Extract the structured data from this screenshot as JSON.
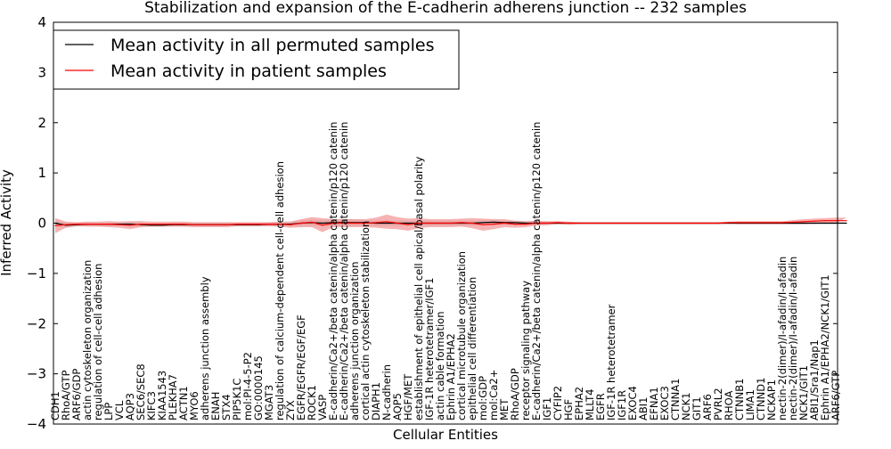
{
  "chart_data": {
    "type": "line",
    "title": "Stabilization and expansion of the E-cadherin adherens junction -- 232 samples",
    "xlabel": "Cellular Entities",
    "ylabel": "Inferred Activity",
    "ylim": [
      -4,
      4
    ],
    "yticks": [
      "−4",
      "−3",
      "−2",
      "−1",
      "0",
      "1",
      "2",
      "3",
      "4"
    ],
    "grid": false,
    "legend_position": "top-left",
    "categories": [
      "CDH1",
      "RhoA/GTP",
      "ARF6/GDP",
      "actin cytoskeleton organization",
      "regulation of cell-cell adhesion",
      "LPP",
      "VCL",
      "AQP3",
      "SEC6/SEC8",
      "KIFC3",
      "KIAA1543",
      "PLEKHA7",
      "ACTN1",
      "MYO6",
      "adherens junction assembly",
      "ENAH",
      "STX4",
      "PIP5K1C",
      "mol:PI-4-5-P2",
      "GO:0000145",
      "MGAT3",
      "regulation of calcium-dependent cell-cell adhesion",
      "ZYX",
      "EGFR/EGFR/EGF/EGF",
      "ROCK1",
      "VASP",
      "E-cadherin/Ca2+/beta catenin/alpha catenin/p120 catenin",
      "E-cadherin/Ca2+/beta catenin/alpha catenin/p120 catenin",
      "adherens junction organization",
      "cortical actin cytoskeleton stabilization",
      "DIAPH1",
      "N-cadherin",
      "AQP5",
      "HGF/MET",
      "establishment of epithelial cell apical/basal polarity",
      "IGF-1R heterotetramer/IGF1",
      "actin cable formation",
      "Ephrin A1/EPHA2",
      "cortical microtubule organization",
      "epithelial cell differentiation",
      "mol:GDP",
      "mol:Ca2+",
      "MET",
      "RhoA/GDP",
      "receptor signaling pathway",
      "E-cadherin/Ca2+/beta catenin/alpha catenin/p120 catenin",
      "IGF1",
      "CYFIP2",
      "HGF",
      "EPHA2",
      "MLLT4",
      "EGFR",
      "IGF-1R heterotetramer",
      "IGF1R",
      "EXOC4",
      "ABI1",
      "EFNA1",
      "EXOC3",
      "CTNNA1",
      "NCK1",
      "GIT1",
      "ARF6",
      "PVRL2",
      "RHOA",
      "CTNNB1",
      "LIMA1",
      "CTNND1",
      "NCKAP1",
      "nectin-2(dimer)/I-afadin/I-afadin",
      "nectin-2(dimer)/I-afadin/I-afadin",
      "NCK1/GIT1",
      "ABI1/Sra1/Nap1",
      "Ephrin A1/EPHA2/NCK1/GIT1",
      "ARF6/GTP"
    ],
    "series": [
      {
        "name": "Mean activity in all permuted samples",
        "color": "#000000",
        "values": [
          0.0,
          -0.04,
          -0.03,
          -0.02,
          -0.02,
          -0.02,
          -0.02,
          -0.02,
          -0.03,
          -0.04,
          -0.04,
          -0.03,
          -0.03,
          -0.03,
          -0.03,
          -0.03,
          -0.03,
          -0.03,
          -0.03,
          -0.03,
          -0.02,
          -0.02,
          -0.02,
          0.0,
          0.01,
          0.0,
          0.01,
          0.01,
          0.01,
          0.01,
          0.0,
          0.0,
          0.0,
          0.0,
          0.0,
          0.0,
          0.0,
          0.0,
          0.0,
          0.0,
          0.01,
          0.02,
          0.01,
          0.01,
          0.0,
          0.0,
          0.0,
          0.0,
          0.0,
          0.0,
          0.0,
          0.0,
          0.0,
          0.0,
          0.0,
          0.0,
          0.0,
          0.0,
          0.0,
          0.0,
          0.0,
          0.0,
          0.0,
          0.0,
          0.0,
          0.0,
          0.0,
          0.0,
          0.0,
          0.0,
          0.0,
          0.0,
          0.0,
          0.0,
          0.0
        ],
        "band": [
          0.06,
          0.05,
          0.04,
          0.04,
          0.04,
          0.04,
          0.04,
          0.05,
          0.05,
          0.03,
          0.03,
          0.04,
          0.04,
          0.04,
          0.04,
          0.04,
          0.04,
          0.04,
          0.04,
          0.04,
          0.04,
          0.05,
          0.05,
          0.06,
          0.06,
          0.06,
          0.07,
          0.07,
          0.07,
          0.05,
          0.06,
          0.05,
          0.05,
          0.05,
          0.05,
          0.05,
          0.05,
          0.05,
          0.05,
          0.05,
          0.05,
          0.05,
          0.04,
          0.04,
          0.04,
          0.03,
          0.02,
          0.02,
          0.02,
          0.02,
          0.02,
          0.02,
          0.02,
          0.02,
          0.02,
          0.02,
          0.02,
          0.02,
          0.02,
          0.02,
          0.02,
          0.02,
          0.02,
          0.02,
          0.02,
          0.02,
          0.02,
          0.02,
          0.02,
          0.02,
          0.02,
          0.02,
          0.02,
          0.02,
          0.02
        ]
      },
      {
        "name": "Mean activity in patient samples",
        "color": "#ff0000",
        "values": [
          -0.05,
          -0.03,
          -0.02,
          -0.02,
          -0.02,
          -0.02,
          -0.03,
          -0.04,
          -0.02,
          -0.02,
          -0.02,
          -0.02,
          -0.02,
          -0.03,
          -0.03,
          -0.03,
          -0.03,
          -0.02,
          -0.02,
          -0.02,
          -0.02,
          -0.02,
          -0.03,
          0.0,
          0.02,
          -0.04,
          0.0,
          0.0,
          0.0,
          0.0,
          0.01,
          0.03,
          0.0,
          -0.03,
          0.0,
          0.0,
          0.0,
          0.0,
          0.01,
          0.0,
          -0.03,
          -0.02,
          0.0,
          -0.02,
          -0.02,
          0.0,
          0.0,
          0.01,
          0.0,
          0.0,
          0.0,
          0.0,
          0.0,
          0.0,
          0.0,
          0.0,
          0.0,
          0.0,
          0.0,
          0.0,
          0.0,
          0.0,
          0.0,
          0.01,
          0.01,
          0.01,
          0.01,
          0.01,
          0.01,
          0.02,
          0.03,
          0.04,
          0.05,
          0.05,
          0.05
        ],
        "band": [
          0.15,
          0.06,
          0.04,
          0.05,
          0.05,
          0.06,
          0.06,
          0.08,
          0.06,
          0.05,
          0.05,
          0.05,
          0.05,
          0.05,
          0.05,
          0.05,
          0.05,
          0.04,
          0.04,
          0.04,
          0.04,
          0.05,
          0.06,
          0.08,
          0.1,
          0.14,
          0.08,
          0.08,
          0.08,
          0.08,
          0.1,
          0.14,
          0.12,
          0.12,
          0.1,
          0.08,
          0.08,
          0.08,
          0.08,
          0.1,
          0.12,
          0.1,
          0.08,
          0.07,
          0.06,
          0.05,
          0.04,
          0.03,
          0.03,
          0.02,
          0.02,
          0.02,
          0.02,
          0.02,
          0.02,
          0.02,
          0.02,
          0.02,
          0.02,
          0.02,
          0.02,
          0.02,
          0.02,
          0.02,
          0.03,
          0.03,
          0.03,
          0.03,
          0.03,
          0.04,
          0.05,
          0.05,
          0.05,
          0.06,
          0.06
        ]
      }
    ]
  }
}
